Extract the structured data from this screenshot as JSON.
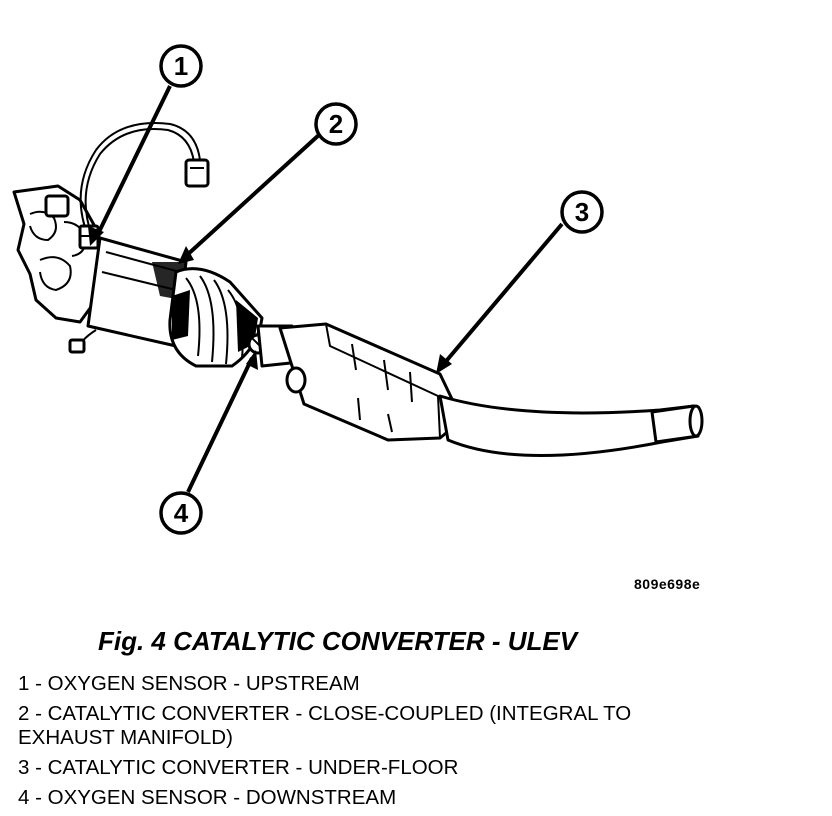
{
  "figure": {
    "caption": "Fig. 4 CATALYTIC CONVERTER - ULEV",
    "image_id": "809e698e"
  },
  "callouts": [
    {
      "number": "1"
    },
    {
      "number": "2"
    },
    {
      "number": "3"
    },
    {
      "number": "4"
    }
  ],
  "legend": [
    {
      "text": "1 - OXYGEN SENSOR - UPSTREAM"
    },
    {
      "text": "2 - CATALYTIC CONVERTER - CLOSE-COUPLED (INTEGRAL TO EXHAUST MANIFOLD)"
    },
    {
      "text": "3 - CATALYTIC CONVERTER - UNDER-FLOOR"
    },
    {
      "text": "4 - OXYGEN SENSOR - DOWNSTREAM"
    }
  ]
}
